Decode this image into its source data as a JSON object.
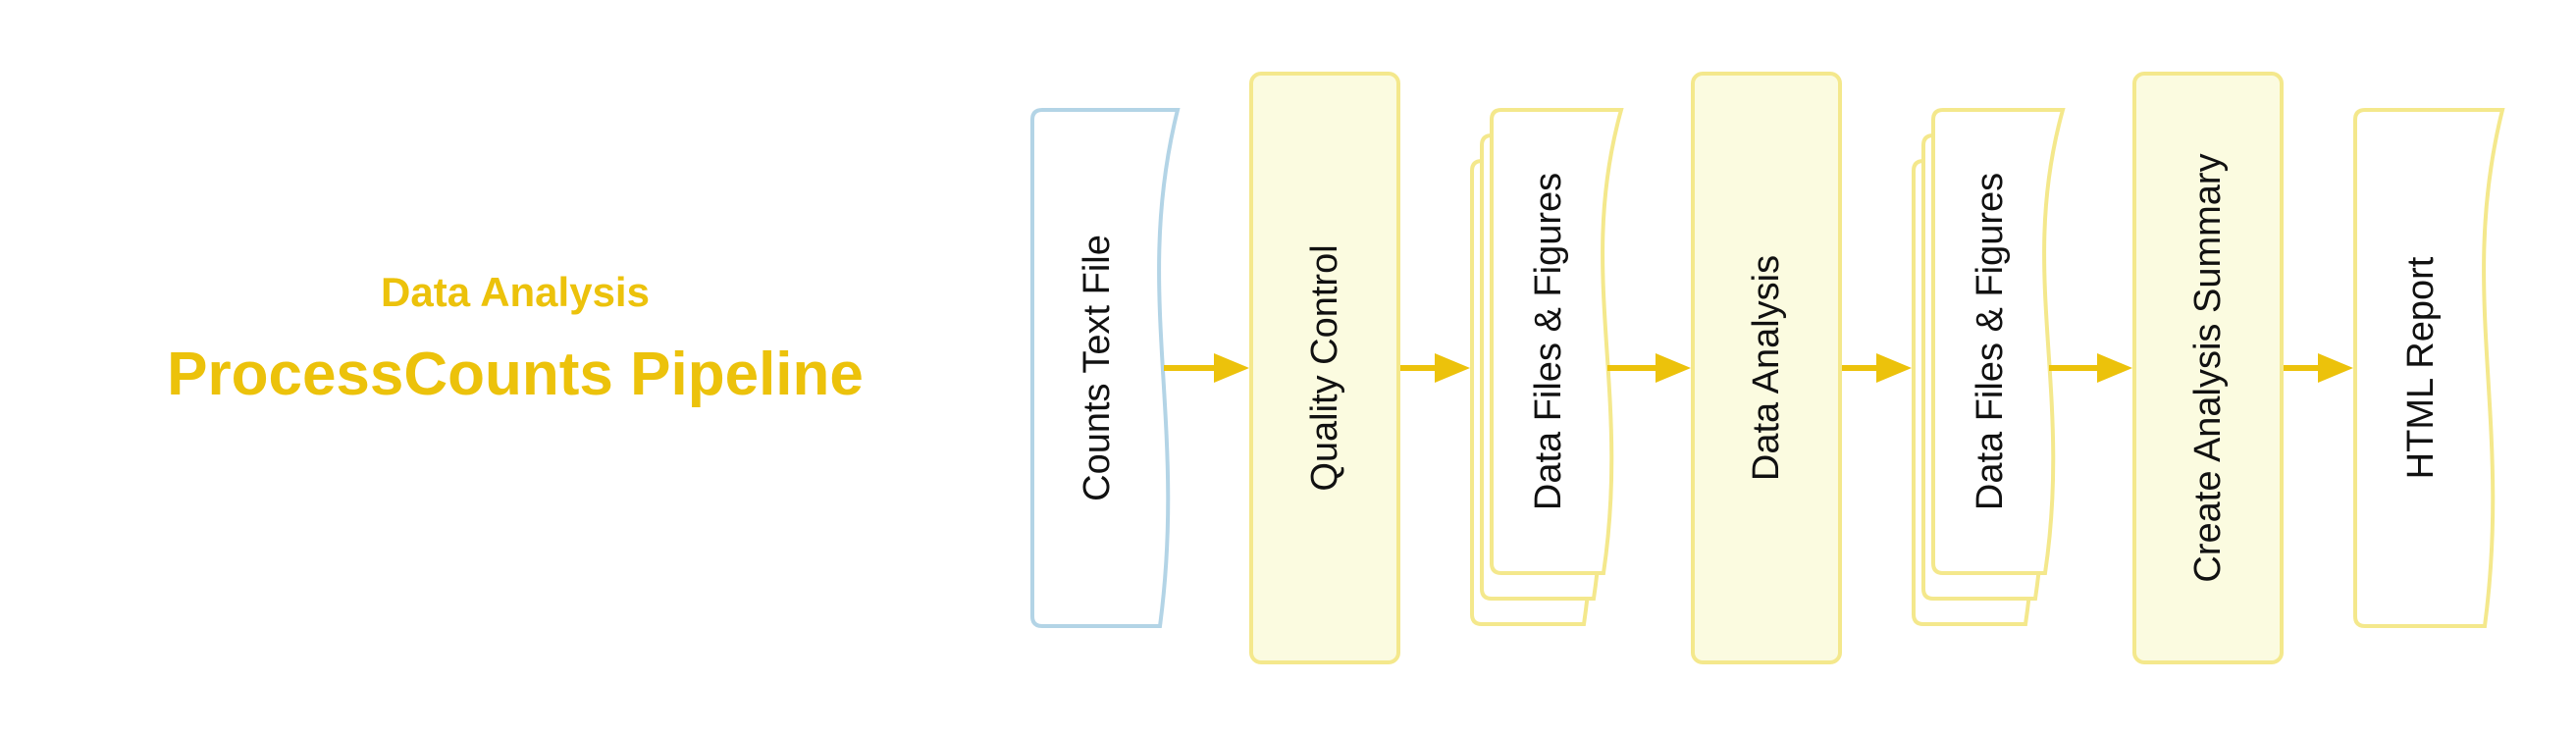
{
  "header": {
    "subtitle": "Data Analysis",
    "title": "ProcessCounts Pipeline"
  },
  "pipeline": {
    "nodes": [
      {
        "label": "Counts Text File",
        "kind": "document",
        "role": "input"
      },
      {
        "label": "Quality Control",
        "kind": "process"
      },
      {
        "label": "Data Files & Figures",
        "kind": "multi-document"
      },
      {
        "label": "Data Analysis",
        "kind": "process"
      },
      {
        "label": "Data Files & Figures",
        "kind": "multi-document"
      },
      {
        "label": "Create Analysis Summary",
        "kind": "process"
      },
      {
        "label": "HTML Report",
        "kind": "document"
      }
    ]
  },
  "colors": {
    "accent": "#ecc20b",
    "input_stroke": "#b3d4e6",
    "process_fill": "#fbfbe0",
    "node_stroke": "#f4e88c",
    "arrow": "#ecc20b",
    "text": "#111111"
  }
}
